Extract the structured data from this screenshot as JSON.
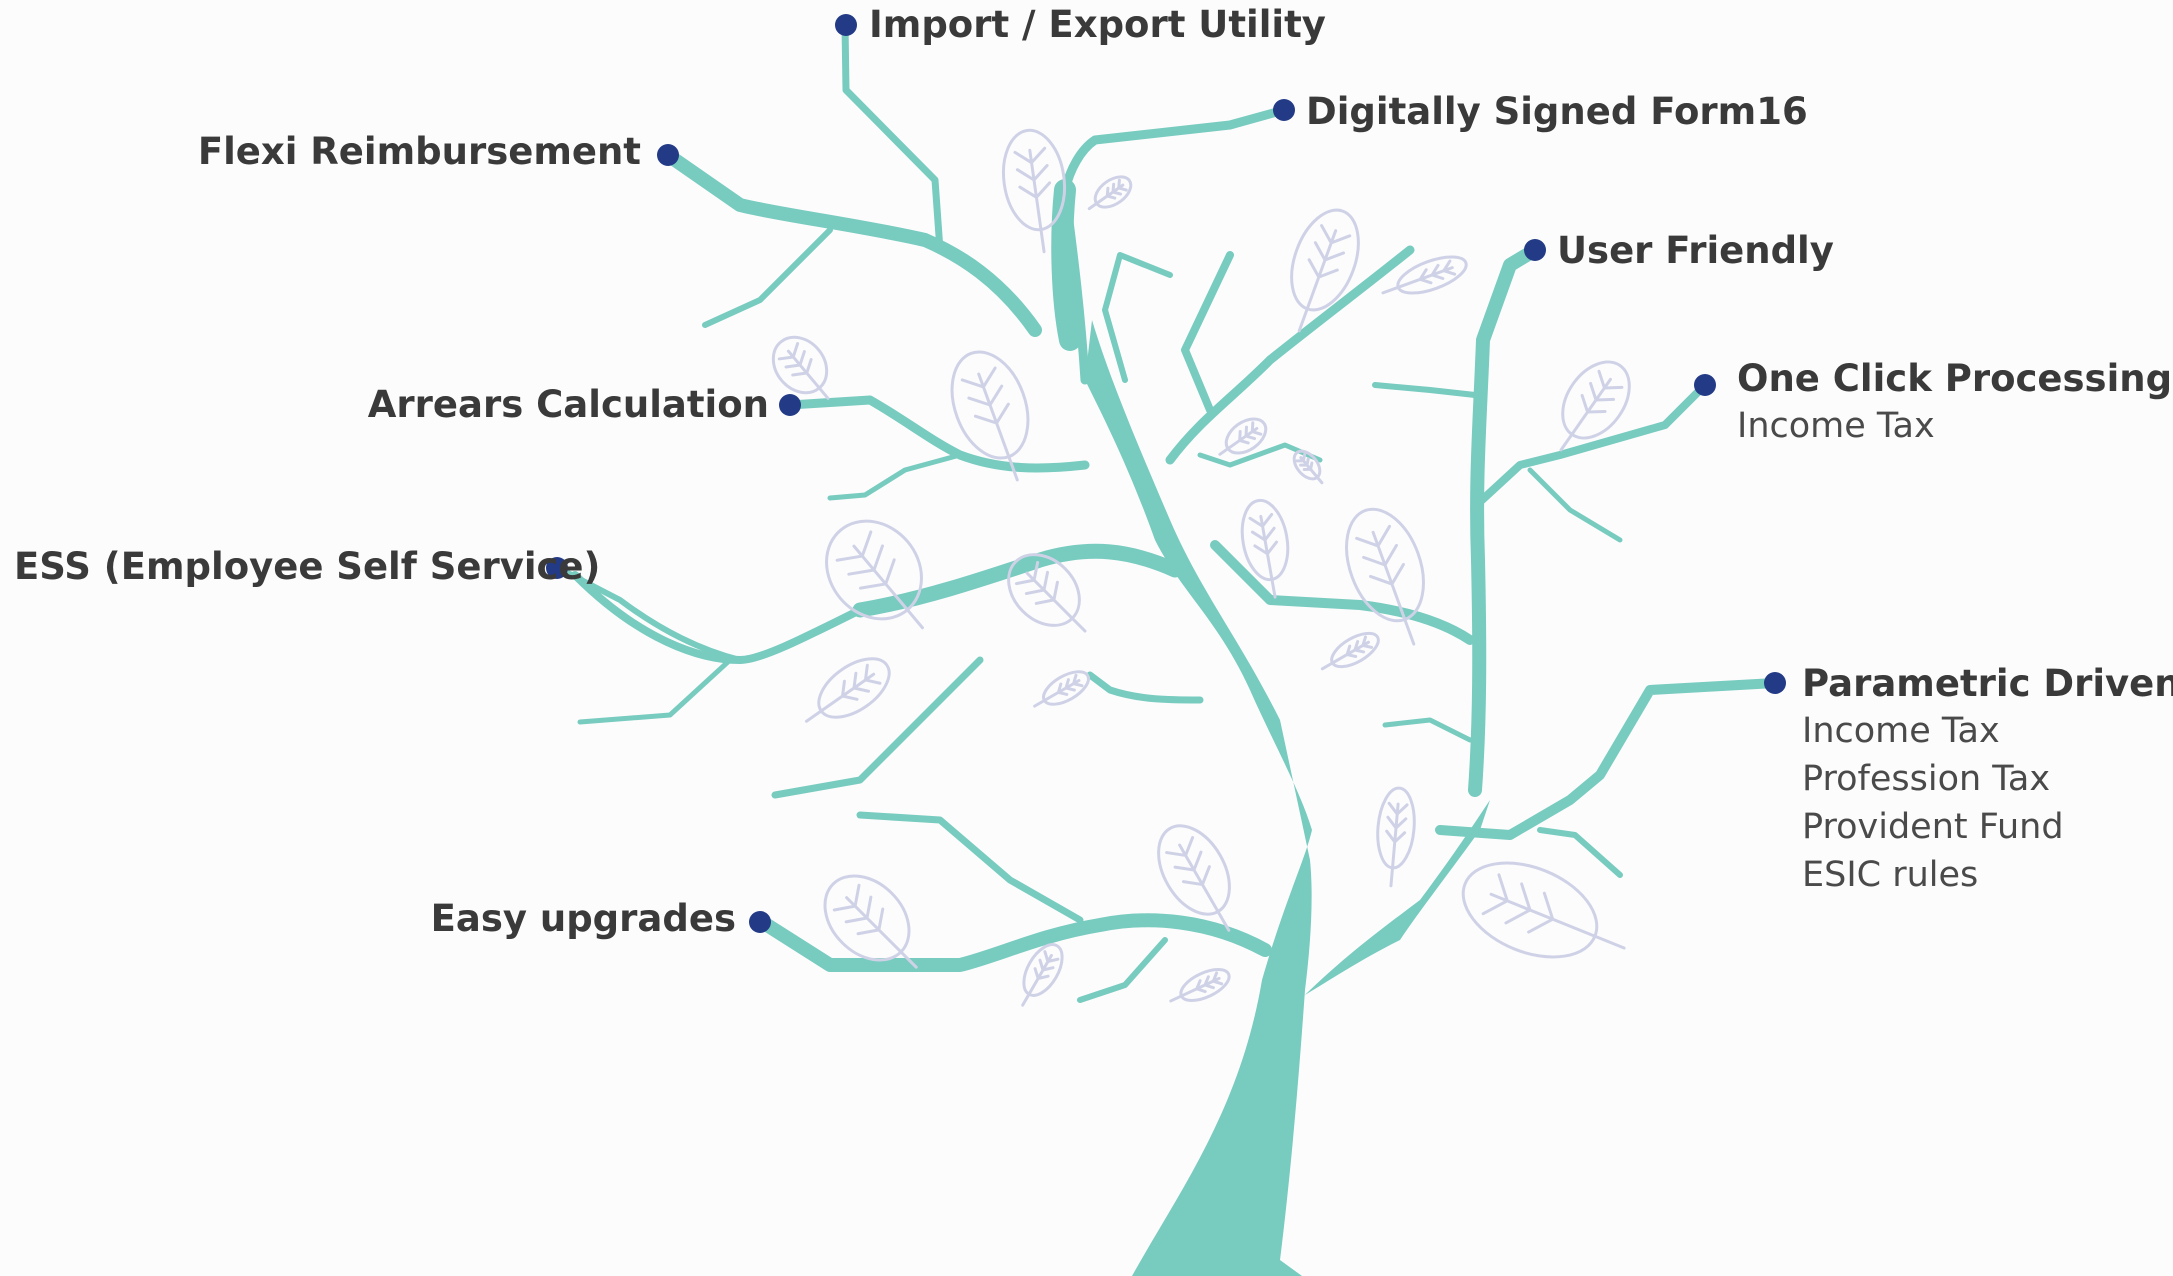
{
  "colors": {
    "branch": "#78cbbf",
    "dot": "#233b86",
    "leaf": "#cfd2e6",
    "text": "#3a3a3a",
    "background": "#fcfcfd"
  },
  "features": [
    {
      "id": "import-export",
      "title": "Import / Export Utility"
    },
    {
      "id": "digital-form16",
      "title": "Digitally Signed Form16"
    },
    {
      "id": "flexi-reimbursement",
      "title": "Flexi Reimbursement"
    },
    {
      "id": "user-friendly",
      "title": "User Friendly"
    },
    {
      "id": "one-click",
      "title": "One Click Processing",
      "details": [
        "Income Tax"
      ]
    },
    {
      "id": "arrears",
      "title": "Arrears Calculation"
    },
    {
      "id": "ess",
      "title": "ESS (Employee Self Service)"
    },
    {
      "id": "parametric",
      "title": "Parametric Driven",
      "details": [
        "Income Tax",
        "Profession Tax",
        "Provident Fund",
        "ESIC rules"
      ]
    },
    {
      "id": "easy-upgrades",
      "title": "Easy upgrades"
    }
  ]
}
